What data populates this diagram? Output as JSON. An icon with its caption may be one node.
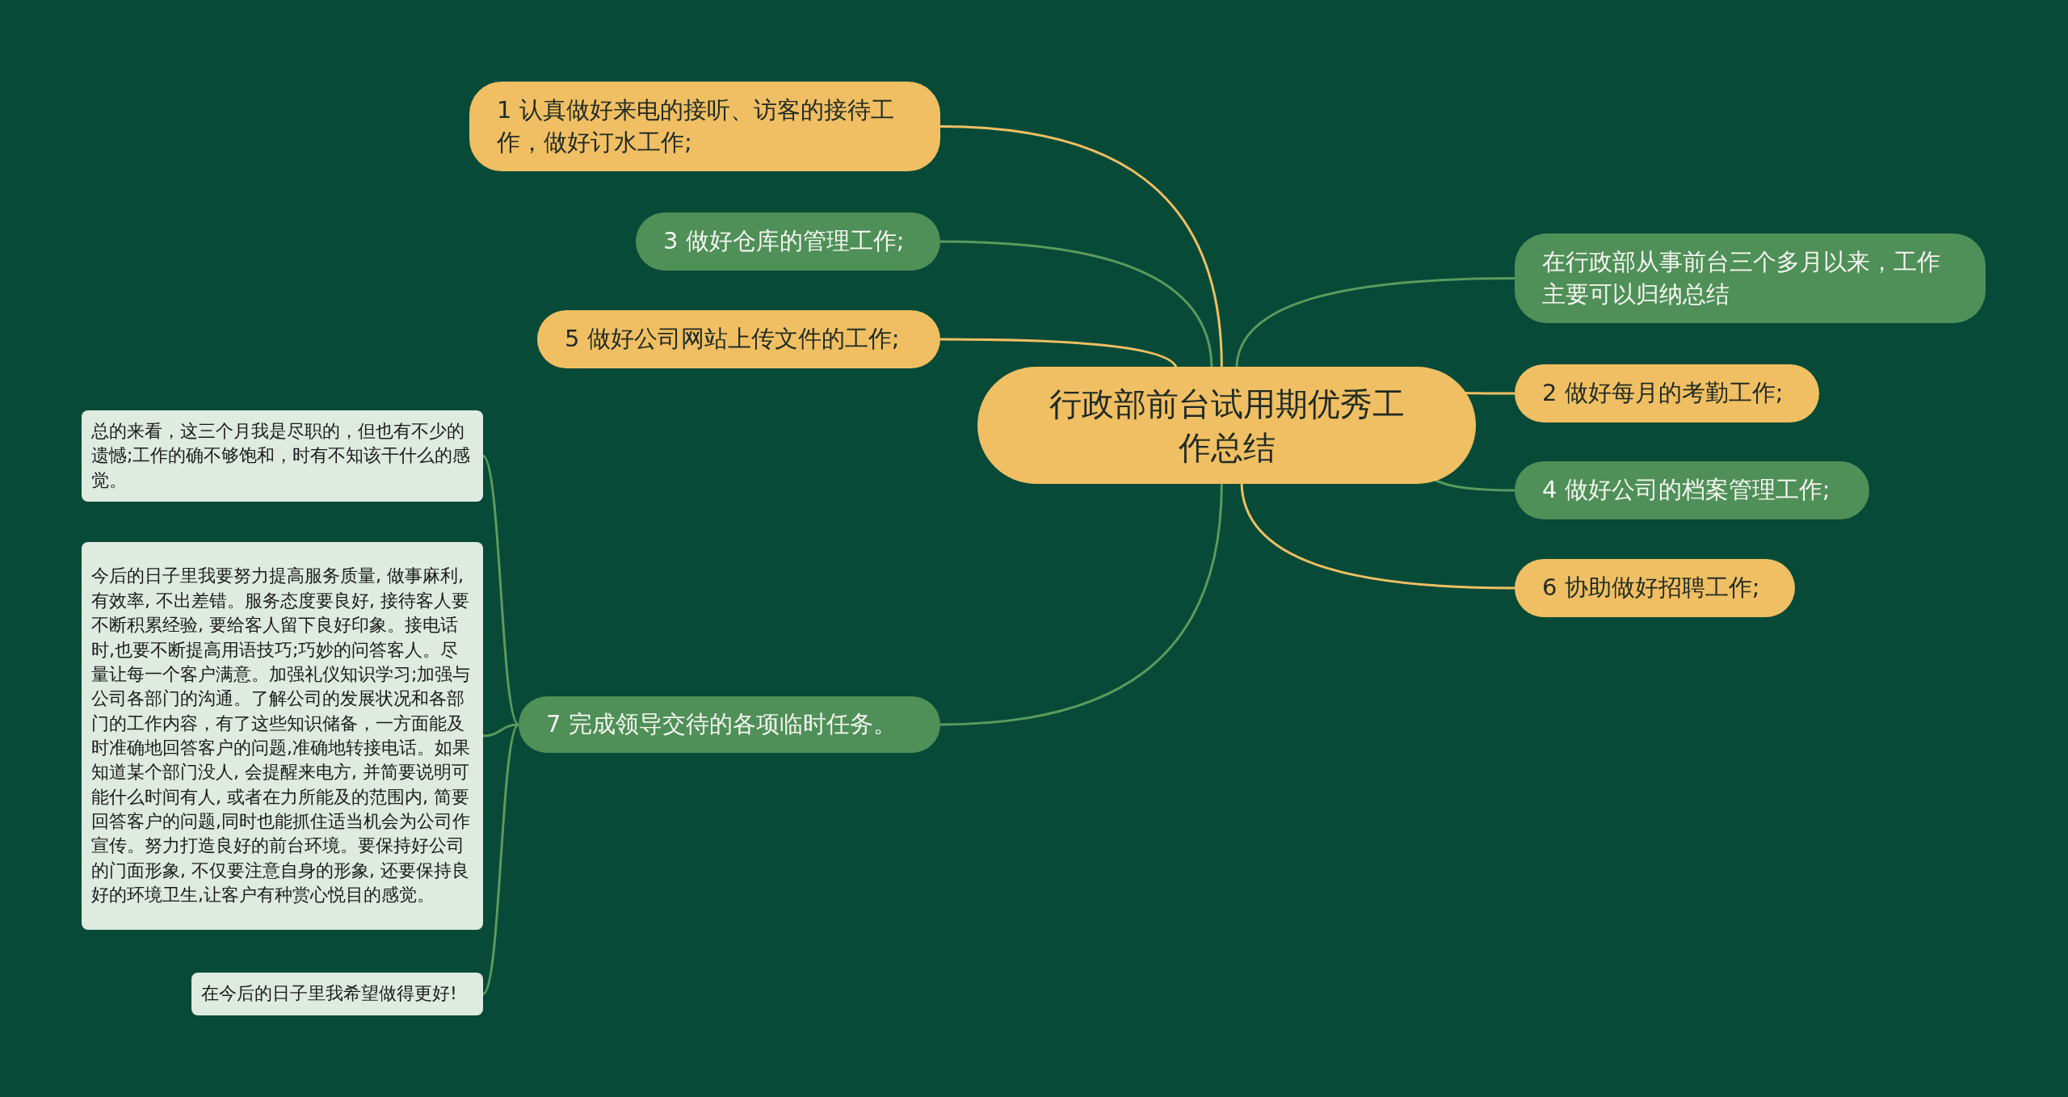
{
  "diagram": {
    "nodes": [
      {
        "text": [
          "行政部前台试用期优秀工作总结"
        ]
      },
      {
        "text": [
          "1 认真做好来电的接听、访客的接待工作，做好订水工作;"
        ]
      },
      {
        "text": [
          "3 做好仓库的管理工作;"
        ]
      },
      {
        "text": [
          "5 做好公司网站上传文件的工作;"
        ]
      },
      {
        "text": [
          "7 完成领导交待的各项临时任务。"
        ]
      },
      {
        "text": [
          "总的来看，这三个月我是尽职的，但也有不少的遗憾;工作的确不够饱和，时有不知该干什么的感觉。"
        ]
      },
      {
        "text": [
          "今后的日子里我要努力提高服务质量, 做事麻利, 有效率, 不出差错。服务态度要良好, 接待客人要不断积累经验, 要给客人留下良好印象。接电话时,也要不断提高用语技巧;巧妙的问答客人。尽量让每一个客户满意。加强礼仪知识学习;加强与公司各部门的沟通。了解公司的发展状况和各部门的工作内容，有了这些知识储备，一方面能及时准确地回答客户的问题,准确地转接电话。如果知道某个部门没人, 会提醒来电方, 并简要说明可能什么时间有人, 或者在力所能及的范围内, 简要回答客户的问题,同时也能抓住适当机会为公司作宣传。努力打造良好的前台环境。要保持好公司的门面形象, 不仅要注意自身的形象, 还要保持良好的环境卫生,让客户有种赏心悦目的感觉。"
        ]
      },
      {
        "text": [
          "在今后的日子里我希望做得更好!"
        ]
      },
      {
        "text": [
          "在行政部从事前台三个多月以来，工作主要可以归纳总结"
        ]
      },
      {
        "text": [
          "2 做好每月的考勤工作;"
        ]
      },
      {
        "text": [
          "4 做好公司的档案管理工作;"
        ]
      },
      {
        "text": [
          "6 协助做好招聘工作;"
        ]
      }
    ],
    "edges": [
      {
        "from": 0,
        "to": 1,
        "arrow": "none",
        "color": "#f0bf63"
      },
      {
        "from": 0,
        "to": 2,
        "arrow": "none"
      },
      {
        "from": 0,
        "to": 3,
        "arrow": "none",
        "color": "#f0bf63"
      },
      {
        "from": 0,
        "to": 4,
        "arrow": "none"
      },
      {
        "from": 4,
        "to": 5,
        "arrow": "none"
      },
      {
        "from": 4,
        "to": 6,
        "arrow": "none"
      },
      {
        "from": 4,
        "to": 7,
        "arrow": "none"
      },
      {
        "from": 0,
        "to": 8,
        "arrow": "none"
      },
      {
        "from": 0,
        "to": 9,
        "arrow": "none",
        "color": "#f0bf63"
      },
      {
        "from": 0,
        "to": 10,
        "arrow": "none"
      },
      {
        "from": 0,
        "to": 11,
        "arrow": "none",
        "color": "#f0bf63"
      }
    ]
  }
}
